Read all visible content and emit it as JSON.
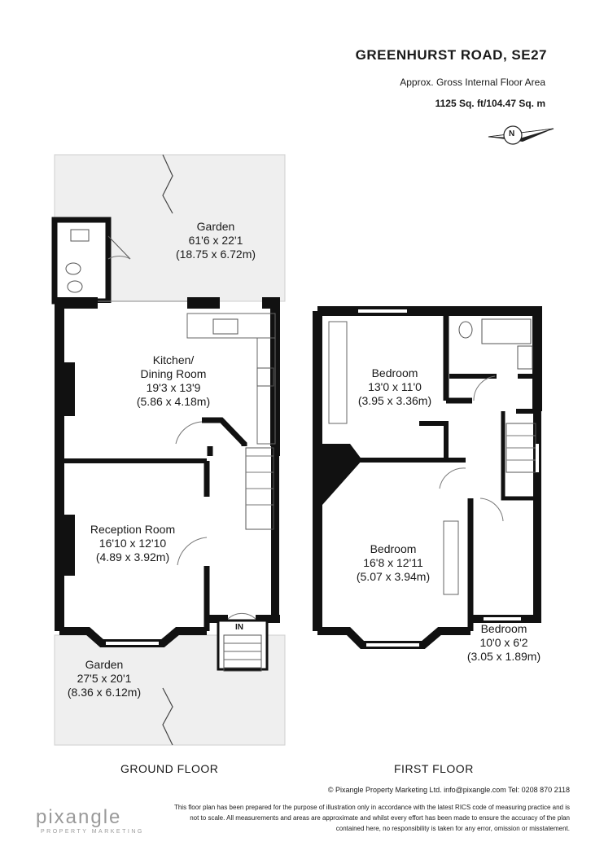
{
  "header": {
    "address": "GREENHURST ROAD, SE27",
    "area_label": "Approx. Gross Internal Floor Area",
    "area_value": "1125 Sq. ft/104.47 Sq. m",
    "compass_letter": "N"
  },
  "ground_floor": {
    "title": "GROUND FLOOR",
    "entrance": "IN",
    "rooms": [
      {
        "name": "Garden",
        "size_imperial": "61'6 x 22'1",
        "size_metric": "(18.75 x 6.72m)"
      },
      {
        "name": "Kitchen/",
        "name_line2": "Dining Room",
        "size_imperial": "19'3 x 13'9",
        "size_metric": "(5.86 x 4.18m)"
      },
      {
        "name": "Reception Room",
        "size_imperial": "16'10 x 12'10",
        "size_metric": "(4.89 x 3.92m)"
      },
      {
        "name": "Garden",
        "size_imperial": "27'5 x 20'1",
        "size_metric": "(8.36 x 6.12m)"
      }
    ]
  },
  "first_floor": {
    "title": "FIRST FLOOR",
    "rooms": [
      {
        "name": "Bedroom",
        "size_imperial": "13'0 x 11'0",
        "size_metric": "(3.95 x 3.36m)"
      },
      {
        "name": "Bedroom",
        "size_imperial": "16'8 x 12'11",
        "size_metric": "(5.07 x 3.94m)"
      },
      {
        "name": "Bedroom",
        "size_imperial": "10'0 x 6'2",
        "size_metric": "(3.05 x 1.89m)"
      }
    ]
  },
  "footer": {
    "copyright": "© Pixangle Property Marketing Ltd. info@pixangle.com Tel: 0208 870 2118",
    "disclaimer_1": "This floor plan has been prepared for the purpose of illustration only in accordance with the latest RICS code of measuring practice and is",
    "disclaimer_2": "not to scale. All measurements and areas are approximate and whilst every effort has been made to ensure the accuracy of the plan",
    "disclaimer_3": "contained here, no responsibility is taken for any error, omission or misstatement.",
    "logo_name": "pixangle",
    "logo_sub": "PROPERTY MARKETING"
  },
  "colors": {
    "wall": "#111111",
    "garden": "#efefef",
    "accent_grey": "#9a9a9a"
  }
}
